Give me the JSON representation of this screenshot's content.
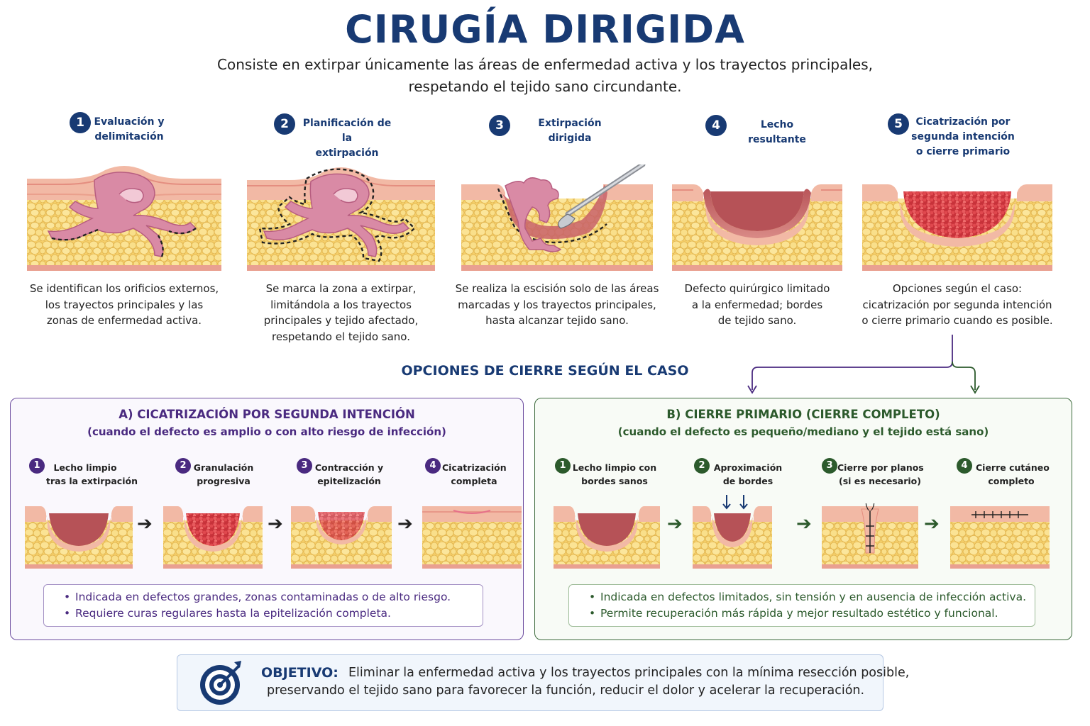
{
  "title": "CIRUGÍA DIRIGIDA",
  "subtitle_line1": "Consiste en extirpar únicamente las áreas de enfermedad activa y los trayectos principales,",
  "subtitle_line2": "respetando el tejido sano circundante.",
  "steps": [
    {
      "num": "1",
      "title_lines": [
        "Evaluación y",
        "delimitación"
      ],
      "desc_lines": [
        "Se identifican los orificios externos,",
        "los trayectos principales y las",
        "zonas de enfermedad activa."
      ]
    },
    {
      "num": "2",
      "title_lines": [
        "Planificación de la",
        "extirpación"
      ],
      "desc_lines": [
        "Se marca la zona a extirpar,",
        "limitándola a los trayectos",
        "principales y tejido afectado,",
        "respetando el tejido sano."
      ]
    },
    {
      "num": "3",
      "title_lines": [
        "Extirpación dirigida"
      ],
      "desc_lines": [
        "Se realiza la escisión solo de las áreas",
        "marcadas y los trayectos principales,",
        "hasta alcanzar tejido sano."
      ]
    },
    {
      "num": "4",
      "title_lines": [
        "Lecho resultante"
      ],
      "desc_lines": [
        "Defecto quirúrgico limitado",
        "a la enfermedad; bordes",
        "de tejido sano."
      ]
    },
    {
      "num": "5",
      "title_lines": [
        "Cicatrización por",
        "segunda intención",
        "o cierre primario"
      ],
      "desc_lines": [
        "Opciones según el caso:",
        "cicatrización por segunda intención",
        "o cierre primario cuando es posible."
      ]
    }
  ],
  "options_title": "OPCIONES DE CIERRE SEGÚN EL CASO",
  "panel_a": {
    "title": "A) CICATRIZACIÓN POR SEGUNDA INTENCIÓN",
    "subtitle": "(cuando el defecto es amplio o con alto riesgo de infección)",
    "substeps": [
      {
        "num": "1",
        "lines": [
          "Lecho limpio",
          "tras la extirpación"
        ]
      },
      {
        "num": "2",
        "lines": [
          "Granulación",
          "progresiva"
        ]
      },
      {
        "num": "3",
        "lines": [
          "Contracción y",
          "epitelización"
        ]
      },
      {
        "num": "4",
        "lines": [
          "Cicatrización",
          "completa"
        ]
      }
    ],
    "notes": [
      "Indicada en defectos grandes, zonas contaminadas o de alto riesgo.",
      "Requiere curas regulares hasta la epitelización completa."
    ]
  },
  "panel_b": {
    "title": "B) CIERRE PRIMARIO (CIERRE COMPLETO)",
    "subtitle": "(cuando el defecto es pequeño/mediano y el tejido está sano)",
    "substeps": [
      {
        "num": "1",
        "lines": [
          "Lecho limpio con",
          "bordes sanos"
        ]
      },
      {
        "num": "2",
        "lines": [
          "Aproximación",
          "de bordes"
        ]
      },
      {
        "num": "3",
        "lines": [
          "Cierre por planos",
          "(si es necesario)"
        ]
      },
      {
        "num": "4",
        "lines": [
          "Cierre cutáneo",
          "completo"
        ]
      }
    ],
    "notes": [
      "Indicada en defectos limitados, sin tensión y en ausencia de infección activa.",
      "Permite recuperación más rápida y mejor resultado estético y funcional."
    ]
  },
  "goal": {
    "label": "OBJETIVO:",
    "line1": "Eliminar la enfermedad activa y los trayectos principales con la mínima resección posible,",
    "line2": "preservando el tejido sano para favorecer la función, reducir el dolor y acelerar la recuperación."
  },
  "colors": {
    "navy": "#183a73",
    "purple": "#4a2a80",
    "green": "#2c5a2c",
    "fat": "#f7d877",
    "skin": "#f1b9a6",
    "granulation": "#d8444b"
  }
}
